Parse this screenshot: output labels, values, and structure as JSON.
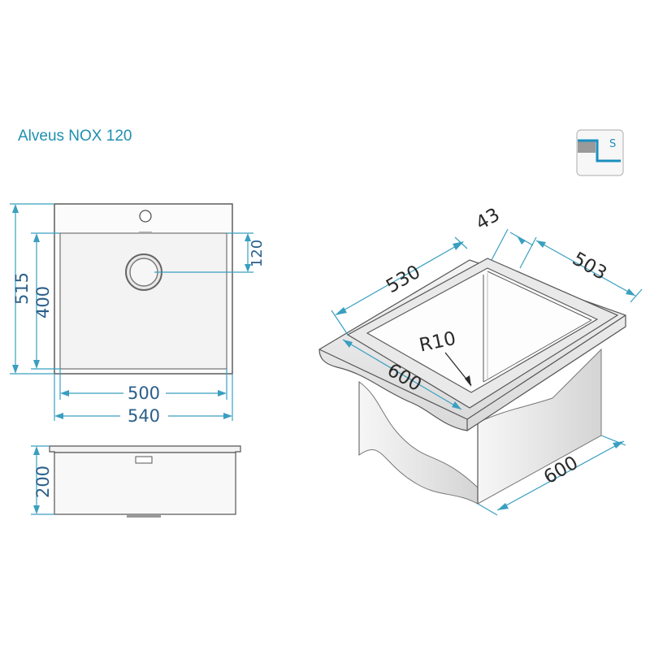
{
  "title": "Alveus NOX 120",
  "badge": {
    "letter": "S",
    "icon": "installation-type-icon"
  },
  "top_view": {
    "height_outer": "515",
    "height_inner": "400",
    "drain_offset": "120",
    "width_inner": "500",
    "width_outer": "540"
  },
  "side_view": {
    "depth": "200"
  },
  "iso_view": {
    "depth_top": "530",
    "rim": "43",
    "width_top": "503",
    "corner_radius": "R10",
    "cabinet_front": "600",
    "cabinet_side": "600"
  },
  "colors": {
    "title": "#1f8fb0",
    "dimension": "#3a9fc0",
    "badge_pipe": "#1a8fc0"
  }
}
